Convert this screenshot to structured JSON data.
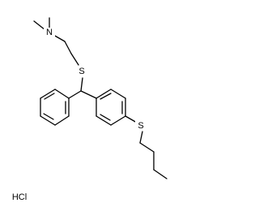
{
  "molecule": {
    "atoms": {
      "nitrogen": "N",
      "sulfur_top": "S",
      "sulfur_aryl": "S"
    },
    "salt": "HCl"
  }
}
